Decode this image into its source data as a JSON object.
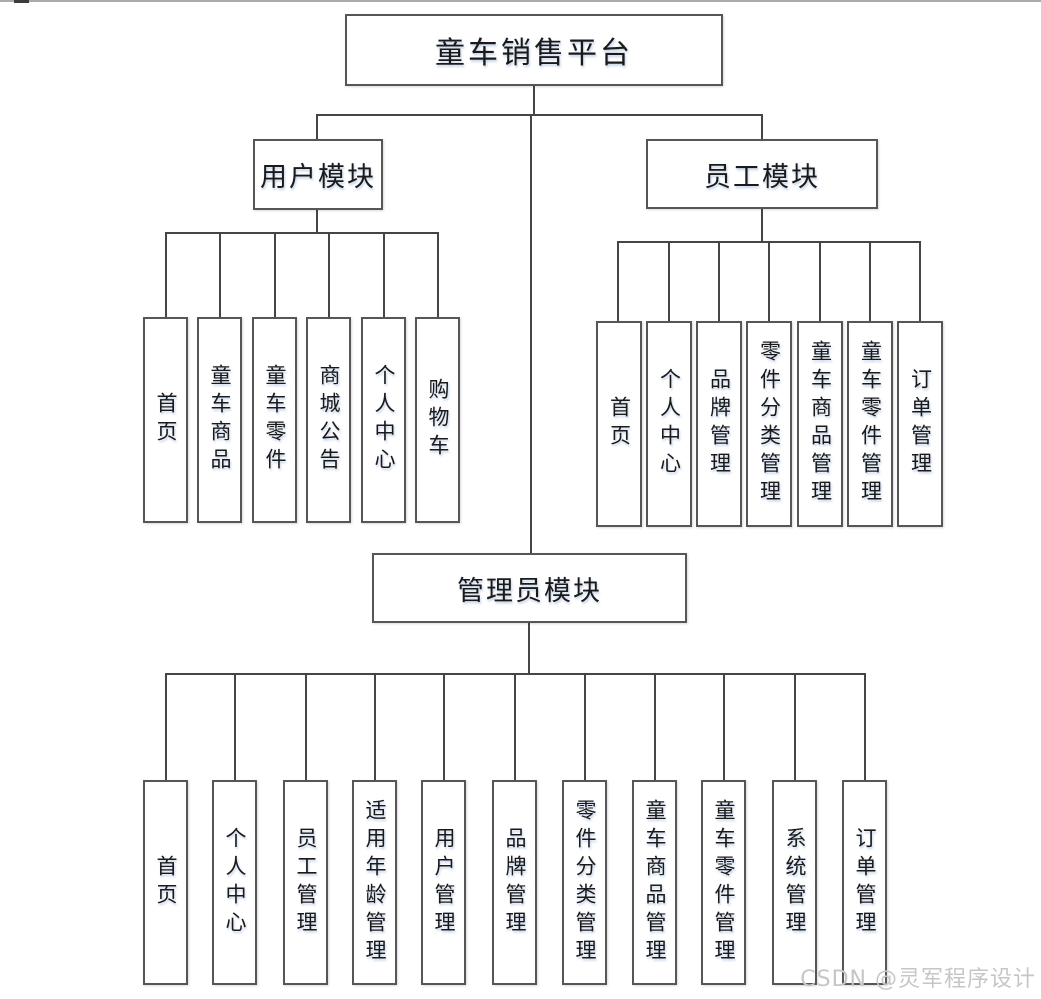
{
  "watermark": "CSDN @灵军程序设计",
  "diagram": {
    "root": {
      "label": "童车销售平台"
    },
    "modules": [
      {
        "label": "用户模块",
        "children": [
          "首页",
          "童车商品",
          "童车零件",
          "商城公告",
          "个人中心",
          "购物车"
        ]
      },
      {
        "label": "员工模块",
        "children": [
          "首页",
          "个人中心",
          "品牌管理",
          "零件分类管理",
          "童车商品管理",
          "童车零件管理",
          "订单管理"
        ]
      },
      {
        "label": "管理员模块",
        "children": [
          "首页",
          "个人中心",
          "员工管理",
          "适用年龄管理",
          "用户管理",
          "品牌管理",
          "零件分类管理",
          "童车商品管理",
          "童车零件管理",
          "系统管理",
          "订单管理"
        ]
      }
    ]
  },
  "colors": {
    "line": "#454545",
    "border": "#565656",
    "background": "#ffffff",
    "watermark_text": "#c6c6c6"
  }
}
